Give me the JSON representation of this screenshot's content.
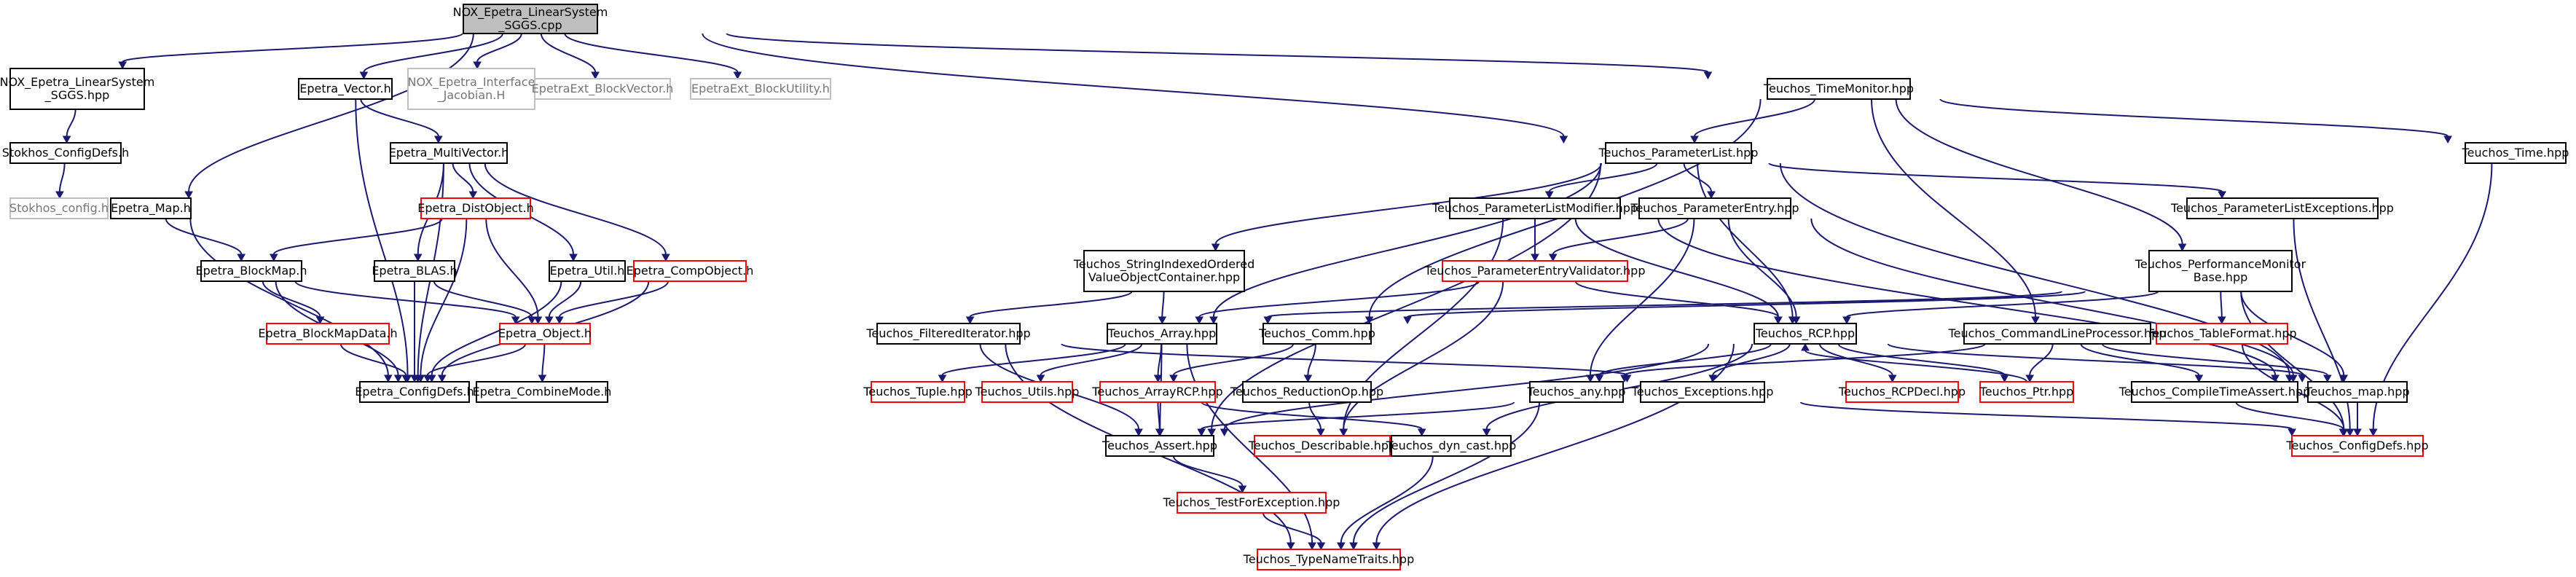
{
  "colors": {
    "edge": "#191970",
    "root_fill": "#bfbfbf",
    "root_border": "#000000",
    "documented_border": "#000000",
    "red_border": "#ff0000",
    "undocumented_border": "#bfbfbf",
    "undocumented_text": "#757575",
    "background": "#ffffff"
  },
  "nodes": {
    "root": [
      "NOX_Epetra_LinearSystem",
      "_SGGS.cpp"
    ],
    "sggs_hpp": [
      "NOX_Epetra_LinearSystem",
      "_SGGS.hpp"
    ],
    "stokhos_configdefs": [
      "Stokhos_ConfigDefs.h"
    ],
    "stokhos_config": [
      "Stokhos_config.h"
    ],
    "epetra_map": [
      "Epetra_Map.h"
    ],
    "epetra_vector": [
      "Epetra_Vector.h"
    ],
    "nox_jacobian": [
      "NOX_Epetra_Interface",
      "_Jacobian.H"
    ],
    "epetraext_blockvector": [
      "EpetraExt_BlockVector.h"
    ],
    "epetraext_blockutility": [
      "EpetraExt_BlockUtility.h"
    ],
    "epetra_multivector": [
      "Epetra_MultiVector.h"
    ],
    "epetra_distobject": [
      "Epetra_DistObject.h"
    ],
    "epetra_blockmap": [
      "Epetra_BlockMap.h"
    ],
    "epetra_blas": [
      "Epetra_BLAS.h"
    ],
    "epetra_util": [
      "Epetra_Util.h"
    ],
    "epetra_compobject": [
      "Epetra_CompObject.h"
    ],
    "epetra_blockmapdata": [
      "Epetra_BlockMapData.h"
    ],
    "epetra_object": [
      "Epetra_Object.h"
    ],
    "epetra_configdefs": [
      "Epetra_ConfigDefs.h"
    ],
    "epetra_combinemode": [
      "Epetra_CombineMode.h"
    ],
    "teuchos_timemonitor": [
      "Teuchos_TimeMonitor.hpp"
    ],
    "teuchos_parameterlist": [
      "Teuchos_ParameterList.hpp"
    ],
    "teuchos_time": [
      "Teuchos_Time.hpp"
    ],
    "teuchos_stringindexed": [
      "Teuchos_StringIndexedOrdered",
      "ValueObjectContainer.hpp"
    ],
    "teuchos_plmodifier": [
      "Teuchos_ParameterListModifier.hpp"
    ],
    "teuchos_parameterentry": [
      "Teuchos_ParameterEntry.hpp"
    ],
    "teuchos_plexceptions": [
      "Teuchos_ParameterListExceptions.hpp"
    ],
    "teuchos_pevalidator": [
      "Teuchos_ParameterEntryValidator.hpp"
    ],
    "teuchos_perfmonitorbase": [
      "Teuchos_PerformanceMonitor",
      "Base.hpp"
    ],
    "teuchos_filterediterator": [
      "Teuchos_FilteredIterator.hpp"
    ],
    "teuchos_array": [
      "Teuchos_Array.hpp"
    ],
    "teuchos_comm": [
      "Teuchos_Comm.hpp"
    ],
    "teuchos_rcp": [
      "Teuchos_RCP.hpp"
    ],
    "teuchos_tableformat": [
      "Teuchos_TableFormat.hpp"
    ],
    "teuchos_clp": [
      "Teuchos_CommandLineProcessor.hpp"
    ],
    "teuchos_tuple": [
      "Teuchos_Tuple.hpp"
    ],
    "teuchos_utils": [
      "Teuchos_Utils.hpp"
    ],
    "teuchos_arrayrcp": [
      "Teuchos_ArrayRCP.hpp"
    ],
    "teuchos_reductionop": [
      "Teuchos_ReductionOp.hpp"
    ],
    "teuchos_any": [
      "Teuchos_any.hpp"
    ],
    "teuchos_exceptions": [
      "Teuchos_Exceptions.hpp"
    ],
    "teuchos_rcpdecl": [
      "Teuchos_RCPDecl.hpp"
    ],
    "teuchos_ptr": [
      "Teuchos_Ptr.hpp"
    ],
    "teuchos_compiletimeassert": [
      "Teuchos_CompileTimeAssert.hpp"
    ],
    "teuchos_map": [
      "Teuchos_map.hpp"
    ],
    "teuchos_assert": [
      "Teuchos_Assert.hpp"
    ],
    "teuchos_describable": [
      "Teuchos_Describable.hpp"
    ],
    "teuchos_dyncast": [
      "Teuchos_dyn_cast.hpp"
    ],
    "teuchos_configdefs": [
      "Teuchos_ConfigDefs.hpp"
    ],
    "teuchos_testforexception": [
      "Teuchos_TestForException.hpp"
    ],
    "teuchos_typenametraits": [
      "Teuchos_TypeNameTraits.hpp"
    ]
  }
}
